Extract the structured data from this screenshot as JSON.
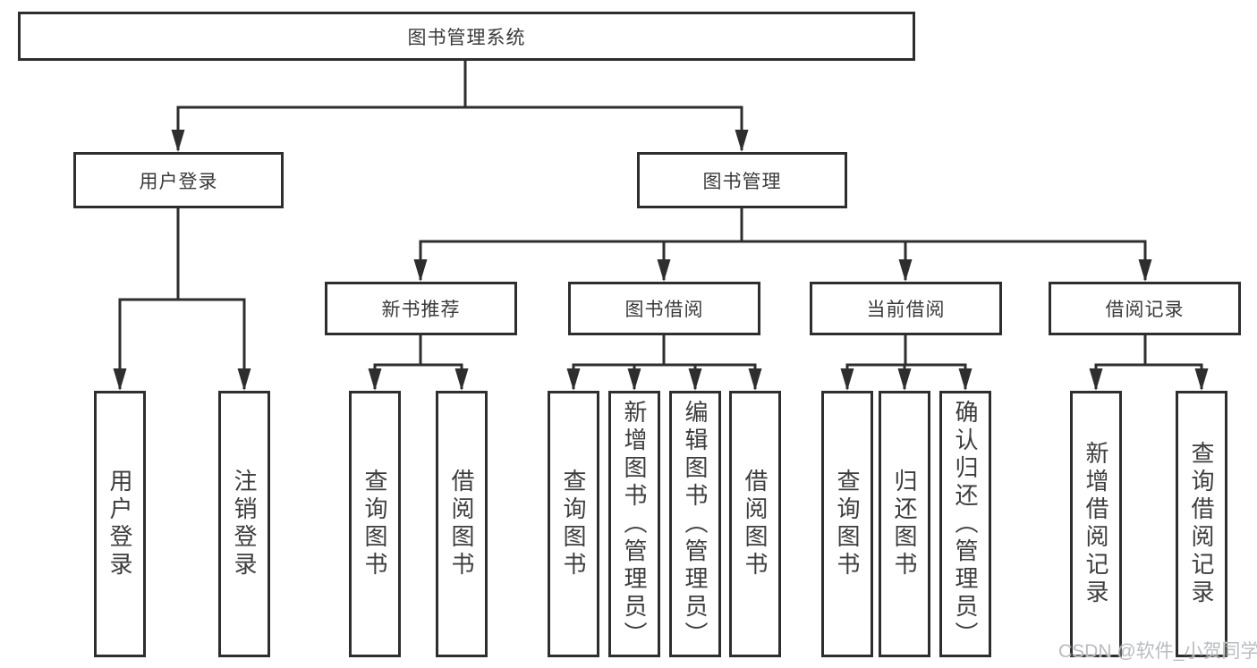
{
  "diagram": {
    "type": "hierarchy-flowchart",
    "colors": {
      "line": "#2e2e2e",
      "box_border": "#2e2e2e",
      "box_fill": "#ffffff",
      "text": "#3a3a3a",
      "watermark": "#b9bdc1",
      "background": "#ffffff"
    }
  },
  "tree": {
    "root": {
      "label": "图书管理系统"
    },
    "children": [
      {
        "label": "用户登录",
        "children": [
          {
            "label": "用户登录"
          },
          {
            "label": "注销登录"
          }
        ]
      },
      {
        "label": "图书管理",
        "children": [
          {
            "label": "新书推荐",
            "children": [
              {
                "label": "查询图书"
              },
              {
                "label": "借阅图书"
              }
            ]
          },
          {
            "label": "图书借阅",
            "children": [
              {
                "label": "查询图书"
              },
              {
                "label": "新增图书（管理员）"
              },
              {
                "label": "编辑图书（管理员）"
              },
              {
                "label": "借阅图书"
              }
            ]
          },
          {
            "label": "当前借阅",
            "children": [
              {
                "label": "查询图书"
              },
              {
                "label": "归还图书"
              },
              {
                "label": "确认归还（管理员）"
              }
            ]
          },
          {
            "label": "借阅记录",
            "children": [
              {
                "label": "新增借阅记录"
              },
              {
                "label": "查询借阅记录"
              }
            ]
          }
        ]
      }
    ]
  },
  "watermark": {
    "text": "CSDN @软件_小贺同学"
  }
}
